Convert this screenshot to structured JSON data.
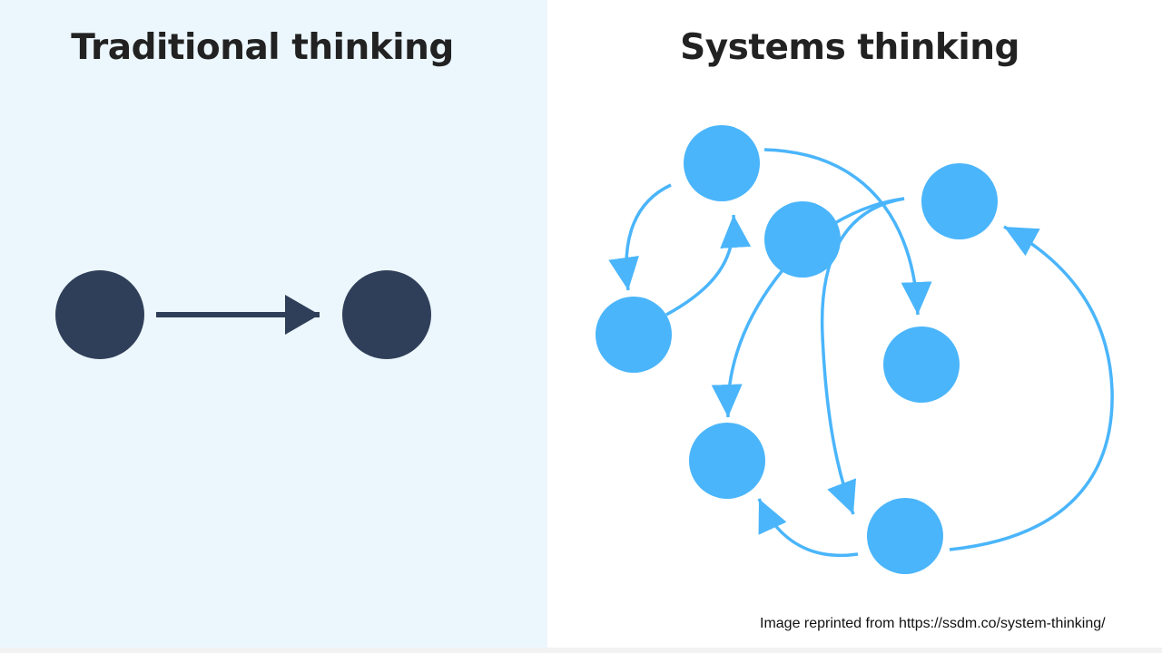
{
  "left": {
    "title": "Traditional thinking",
    "node_color": "#303f59",
    "panel_color": "#ecf7fd"
  },
  "right": {
    "title": "Systems thinking",
    "node_color": "#4ab5fb",
    "panel_color": "#ffffff"
  },
  "credit": "Image reprinted from https://ssdm.co/system-thinking/",
  "icons": [
    "node-circle",
    "arrow"
  ]
}
